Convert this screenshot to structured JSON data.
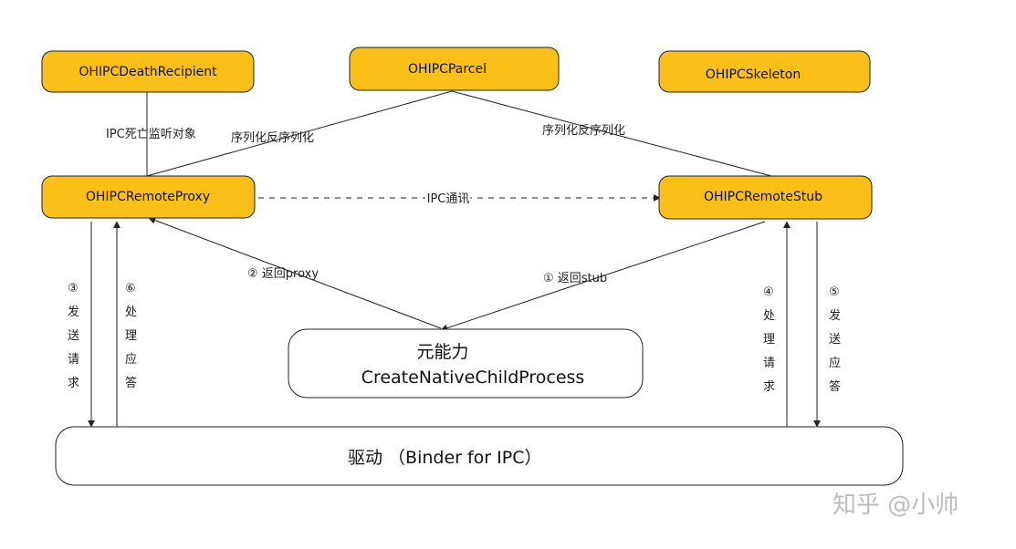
{
  "nodes": {
    "death_recipient": "OHIPCDeathRecipient",
    "parcel": "OHIPCParcel",
    "skeleton": "OHIPCSkeleton",
    "remote_proxy": "OHIPCRemoteProxy",
    "remote_stub": "OHIPCRemoteStub",
    "meta_capability_line1": "元能力",
    "meta_capability_line2": "CreateNativeChildProcess",
    "driver": "驱动  （Binder for IPC）"
  },
  "edge_labels": {
    "death_monitor": "IPC死亡监听对象",
    "serialize_left": "序列化反序列化",
    "serialize_right": "序列化反序列化",
    "ipc_comm": "IPC通讯",
    "return_proxy": "② 返回proxy",
    "return_stub": "① 返回stub"
  },
  "vertical_labels": {
    "send_request": [
      "③",
      "发",
      "送",
      "请",
      "求"
    ],
    "handle_response": [
      "⑥",
      "处",
      "理",
      "应",
      "答"
    ],
    "handle_request": [
      "④",
      "处",
      "理",
      "请",
      "求"
    ],
    "send_response": [
      "⑤",
      "发",
      "送",
      "应",
      "答"
    ]
  },
  "watermark": "知乎 @小帅",
  "colors": {
    "node_fill": "#fbbf1a",
    "stroke": "#222222",
    "watermark": "#bdbdbd"
  }
}
